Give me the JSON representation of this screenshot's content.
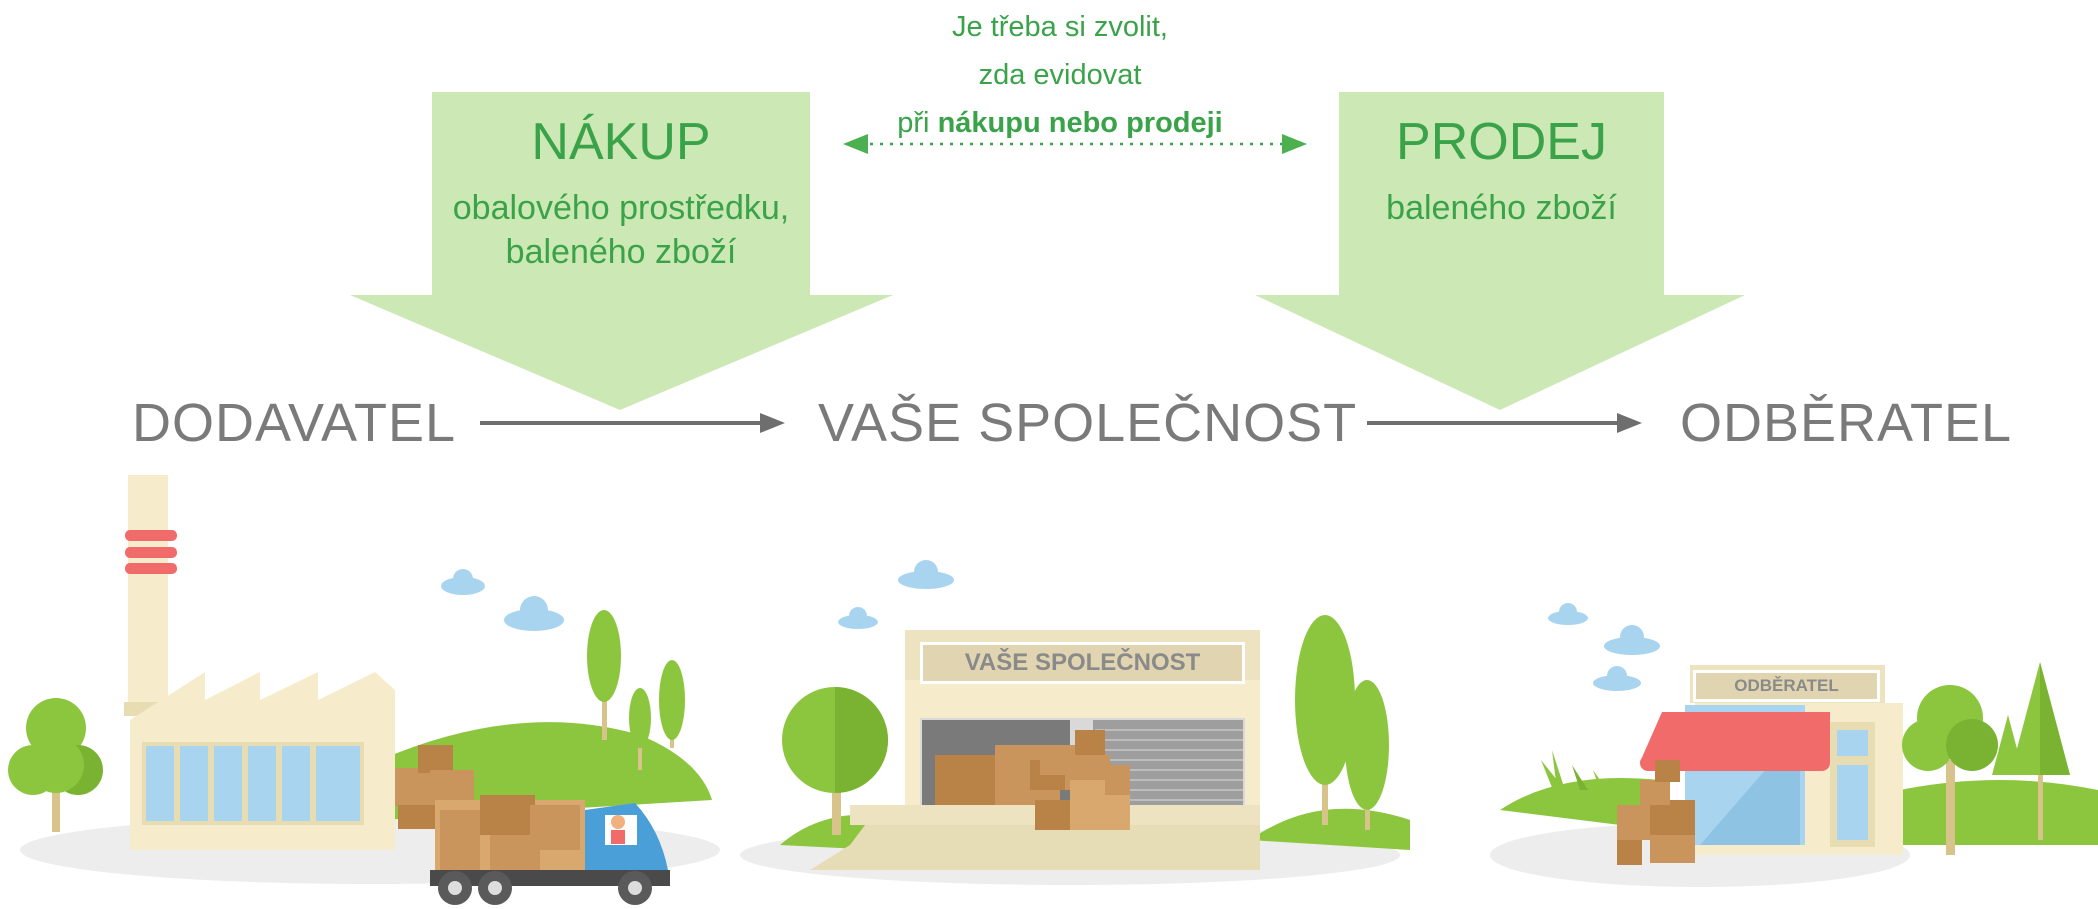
{
  "note": {
    "line1": "Je třeba si zvolit,",
    "line2": "zda evidovat",
    "line3_prefix": "při ",
    "line3_bold": "nákupu nebo prodeji"
  },
  "purchase": {
    "title": "NÁKUP",
    "sub1": "obalového prostředku,",
    "sub2": "baleného zboží"
  },
  "sale": {
    "title": "PRODEJ",
    "sub1": "baleného zboží"
  },
  "flow": {
    "supplier": "DODAVATEL",
    "company": "VAŠE SPOLEČNOST",
    "customer": "ODBĚRATEL"
  },
  "signs": {
    "warehouse": "VAŠE SPOLEČNOST",
    "shop": "ODBĚRATEL"
  },
  "colors": {
    "arrow_fill": "#cce8b5",
    "text_green": "#3aa34a",
    "label_gray": "#7a7a7a",
    "tree_green": "#8cc63f",
    "box_brown": "#c9955c",
    "awning_red": "#f26b6b",
    "truck_blue": "#4a9fd8",
    "sky_blue": "#a9d4ef"
  }
}
